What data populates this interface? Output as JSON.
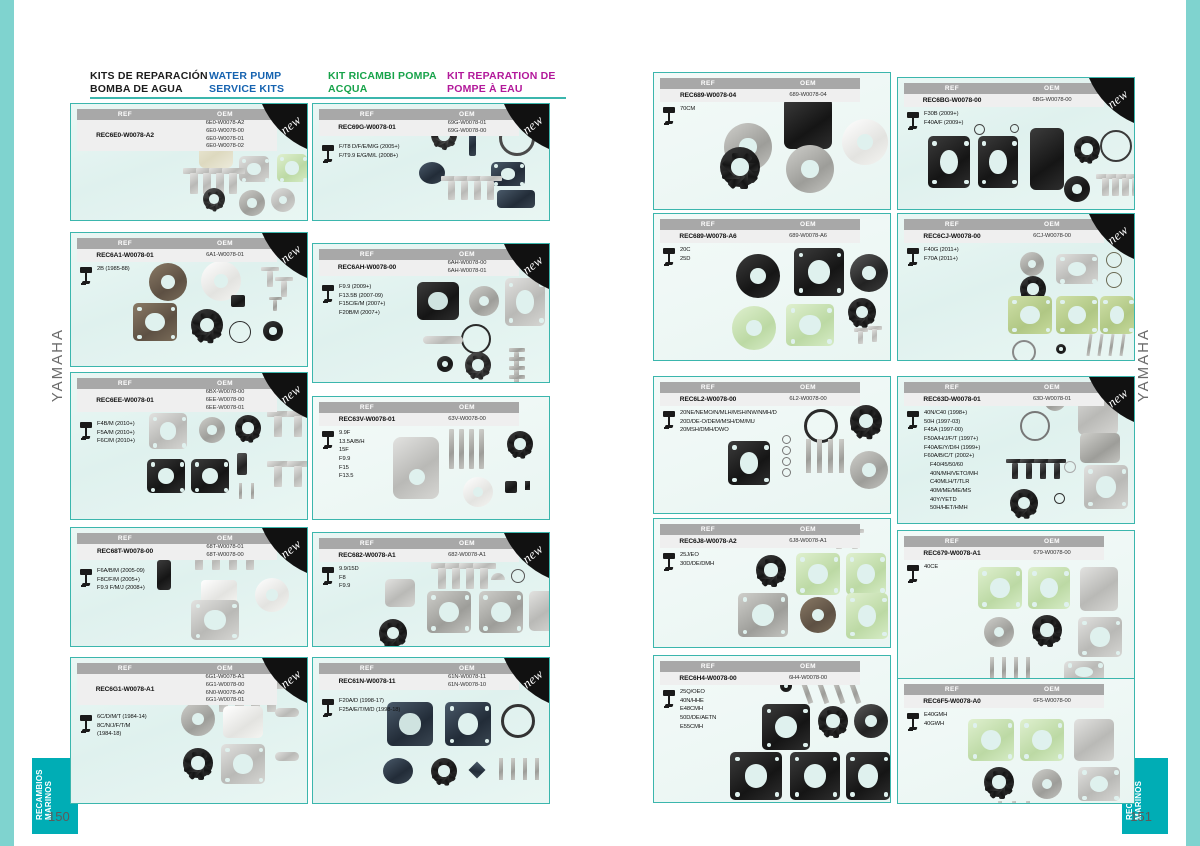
{
  "spread": {
    "brand_side_label": "YAMAHA",
    "brand_block": "RECAMBIOS MARINOS",
    "page_left_number": "150",
    "page_right_number": "151"
  },
  "headings": {
    "es": "KITS DE REPARACIÓN\nBOMBA DE AGUA",
    "en": "WATER PUMP\nSERVICE KITS",
    "it": "KIT RICAMBI\nPOMPA ACQUA",
    "fr": "KIT REPARATION DE POMPE\nÀ EAU",
    "colors": {
      "es": "#1c1c1c",
      "en": "#1663b0",
      "it": "#17a34a",
      "fr": "#b2189a",
      "rule": "#3bb6ad"
    }
  },
  "table_headers": {
    "ref": "REF",
    "oem": "OEM"
  },
  "new_badge": "new",
  "cards": [
    {
      "id": "rec6e0",
      "page": "left",
      "column": 1,
      "ref": "REC6E0-W0078-A2",
      "oem": "6E0-W0078-A2\n6E0-W0078-00\n6E0-W0078-01\n6E0-W0078-02",
      "models": "",
      "new": true
    },
    {
      "id": "rec69g",
      "page": "left",
      "column": 2,
      "ref": "REC69G-W0078-01",
      "oem": "69G-W0078-01\n69G-W0078-00",
      "models": "F/T8 D/F/E/M/G (2005+)\nF/T9.9 E/G/M/L (2008+)",
      "new": true
    },
    {
      "id": "rec6a1",
      "page": "left",
      "column": 1,
      "ref": "REC6A1-W0078-01",
      "oem": "6A1-W0078-01",
      "models": "2B (1985-88)",
      "new": true
    },
    {
      "id": "rec6ah",
      "page": "left",
      "column": 2,
      "ref": "REC6AH-W0078-00",
      "oem": "6AH-W0078-00\n6AH-W0078-01",
      "models": "F9.9 (2009+)\nF13.5B (2007-09)\nF15C/E/M (2007+)\nF20B/M (2007+)",
      "new": true
    },
    {
      "id": "rec6ee",
      "page": "left",
      "column": 1,
      "ref": "REC6EE-W0078-01",
      "oem": "6BX-W0078-00\n6EE-W0078-00\n6EE-W0078-01",
      "models": "F4B/M (2010+)\nF5A/M (2010+)\nF6C/M (2010+)",
      "new": true
    },
    {
      "id": "rec63v",
      "page": "left",
      "column": 2,
      "ref": "REC63V-W0078-01",
      "oem": "63V-W0078-00",
      "models": "9.9F\n13.5A/B/H\n15F\nF9.9\nF15\nF13.5",
      "new": false
    },
    {
      "id": "rec68t",
      "page": "left",
      "column": 1,
      "ref": "REC68T-W0078-00",
      "oem": "68T-W0078-01\n68T-W0078-00",
      "models": "F6A/B/M (2005-09)\nF8C/F/M (2005+)\nF9.9 F/M/J (2008+)",
      "new": true
    },
    {
      "id": "rec682",
      "page": "left",
      "column": 2,
      "ref": "REC682-W0078-A1",
      "oem": "682-W0078-A1",
      "models": "9.9/15D\nF8\nF9.9",
      "new": true
    },
    {
      "id": "rec6g1",
      "page": "left",
      "column": 1,
      "ref": "REC6G1-W0078-A1",
      "oem": "6G1-W0078-A1\n6G1-W0078-00\n6N0-W0078-A0\n6G1-W0078-01",
      "models": "6C/D/M/T (1984-14)\n8C/N/J/F/T/M\n(1984-18)",
      "new": true
    },
    {
      "id": "rec61n",
      "page": "left",
      "column": 2,
      "ref": "REC61N-W0078-11",
      "oem": "61N-W0078-11\n61N-W0078-10",
      "models": "F20A/D (1998-17)\nF25A/E/T/M/D (1998-18)",
      "new": true
    },
    {
      "id": "rec689a",
      "page": "right",
      "column": 1,
      "ref": "REC689-W0078-04",
      "oem": "689-W0078-04",
      "models": "70CM",
      "new": false
    },
    {
      "id": "rec6bg",
      "page": "right",
      "column": 2,
      "ref": "REC6BG-W0078-00",
      "oem": "6BG-W0078-00",
      "models": "F30B (2009+)\nF40A/F (2009+)",
      "new": true
    },
    {
      "id": "rec689b",
      "page": "right",
      "column": 1,
      "ref": "REC689-W0078-A6",
      "oem": "689-W0078-A6",
      "models": "20C\n25D",
      "new": false
    },
    {
      "id": "rec6cj",
      "page": "right",
      "column": 2,
      "ref": "REC6CJ-W0078-00",
      "oem": "6CJ-W0078-00",
      "models": "F40G (2011+)\nF70A (2011+)",
      "new": true
    },
    {
      "id": "rec6l2",
      "page": "right",
      "column": 1,
      "ref": "REC6L2-W0078-00",
      "oem": "6L2-W0078-00",
      "models": "20NE/NEMO/N/MLH/MSH/NW/NMH/D\n20D/DE-O/DEM/MSH/DM/MU\n20MSH/DMH/DWO",
      "new": false
    },
    {
      "id": "rec63d",
      "page": "right",
      "column": 2,
      "ref": "REC63D-W0078-01",
      "oem": "63D-W0078-01",
      "models": "40N/C40 (1998+)\n50H (1997-03)\nF45A (1997-00)\nF50A/H/J/F/T (1997+)\nF40A/E/Y/D/H (1999+)\nF60A/B/C/T (2002+)",
      "models2": "F40/45/50/60\n40N/MH/VETO/MH\nC40MLH/T/TLR\n40M/ME/ME/MS\n40Y/YETD\n50H/HET/HMH",
      "new": true
    },
    {
      "id": "rec6j8",
      "page": "right",
      "column": 1,
      "ref": "REC6J8-W0078-A2",
      "oem": "6J8-W0078-A1",
      "models": "25J/EO\n30D/DE/DMH",
      "new": false
    },
    {
      "id": "rec679",
      "page": "right",
      "column": 2,
      "ref": "REC679-W0078-A1",
      "oem": "679-W0078-00",
      "models": "40CE",
      "new": false
    },
    {
      "id": "rec6h4",
      "page": "right",
      "column": 1,
      "ref": "REC6H4-W0078-00",
      "oem": "6H4-W0078-00",
      "models": "25Q/OEO\n40N/HHE\nE48CMH\n50D/DE/AETN\nE55CMH",
      "new": false
    },
    {
      "id": "rec6f5",
      "page": "right",
      "column": 2,
      "ref": "REC6F5-W0078-A0",
      "oem": "6F5-W0078-00",
      "models": "E40GMH\n40GWH",
      "new": false
    }
  ]
}
